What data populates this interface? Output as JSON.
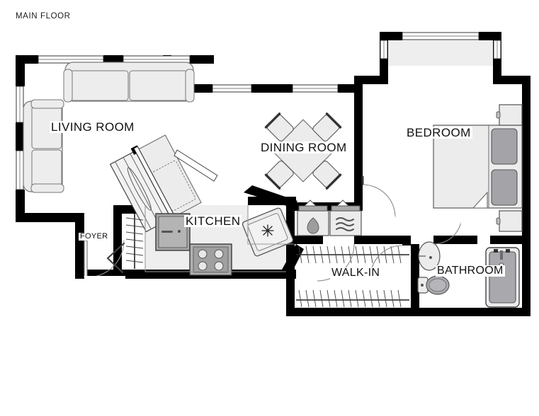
{
  "sheet": {
    "title": "MAIN FLOOR"
  },
  "rooms": [
    {
      "id": "living-room",
      "label": "LIVING ROOM"
    },
    {
      "id": "kitchen",
      "label": "KITCHEN"
    },
    {
      "id": "dining-room",
      "label": "DINING ROOM"
    },
    {
      "id": "bedroom",
      "label": "BEDROOM"
    },
    {
      "id": "bathroom",
      "label": "BATHROOM"
    },
    {
      "id": "walk-in",
      "label": "WALK-IN"
    },
    {
      "id": "foyer",
      "label": "FOYER"
    }
  ],
  "colors": {
    "wall": "#000000",
    "paper": "#ffffff",
    "furniture_fill": "#ececec",
    "furniture_stroke": "#6a6a6a",
    "appliance_fill": "#a8a8a8",
    "appliance_stroke": "#4a4a4a",
    "floor_tint": "#eeeeee",
    "text": "#111111",
    "door_arc": "#777777"
  },
  "fixtures": {
    "living_room": [
      "sofa-three-seat",
      "loveseat"
    ],
    "kitchen": [
      "refrigerator",
      "cooktop-four-burner",
      "sink",
      "staircase",
      "counter"
    ],
    "dining_room": [
      "dining-table-diamond",
      "dining-chair",
      "dining-chair",
      "dining-chair",
      "dining-chair"
    ],
    "bedroom": [
      "bed-queen",
      "nightstand",
      "nightstand",
      "bay-window"
    ],
    "bathroom": [
      "sink-oval",
      "toilet",
      "bathtub"
    ],
    "walk_in": [
      "closet-rod",
      "closet-rod",
      "washer",
      "dryer"
    ],
    "foyer": [
      "entry-door"
    ]
  },
  "counts": {
    "windows_top_left_wall": 2,
    "windows_dining_wall": 2,
    "windows_left_wall": 2,
    "windows_bedroom_bay": 1,
    "doors": 5
  }
}
